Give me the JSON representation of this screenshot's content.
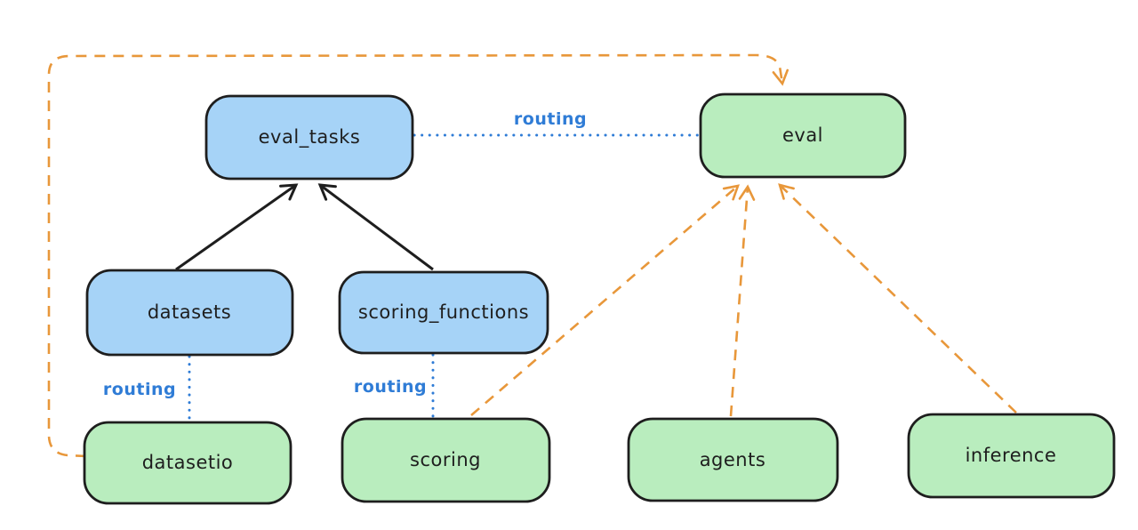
{
  "colors": {
    "background": "#ffffff",
    "node_blue_fill": "#a6d3f7",
    "node_green_fill": "#b9edbe",
    "node_stroke": "#1e1e1e",
    "arrow_black": "#1e1e1e",
    "routing_blue": "#2f7cd6",
    "provider_orange": "#e8973a"
  },
  "nodes": {
    "eval_tasks": {
      "label": "eval_tasks"
    },
    "eval": {
      "label": "eval"
    },
    "datasets": {
      "label": "datasets"
    },
    "scoring_functions": {
      "label": "scoring_functions"
    },
    "datasetio": {
      "label": "datasetio"
    },
    "scoring": {
      "label": "scoring"
    },
    "agents": {
      "label": "agents"
    },
    "inference": {
      "label": "inference"
    }
  },
  "edge_labels": {
    "eval_tasks_to_eval": "routing",
    "datasets_to_datasetio": "routing",
    "scoring_functions_to_scoring": "routing"
  }
}
